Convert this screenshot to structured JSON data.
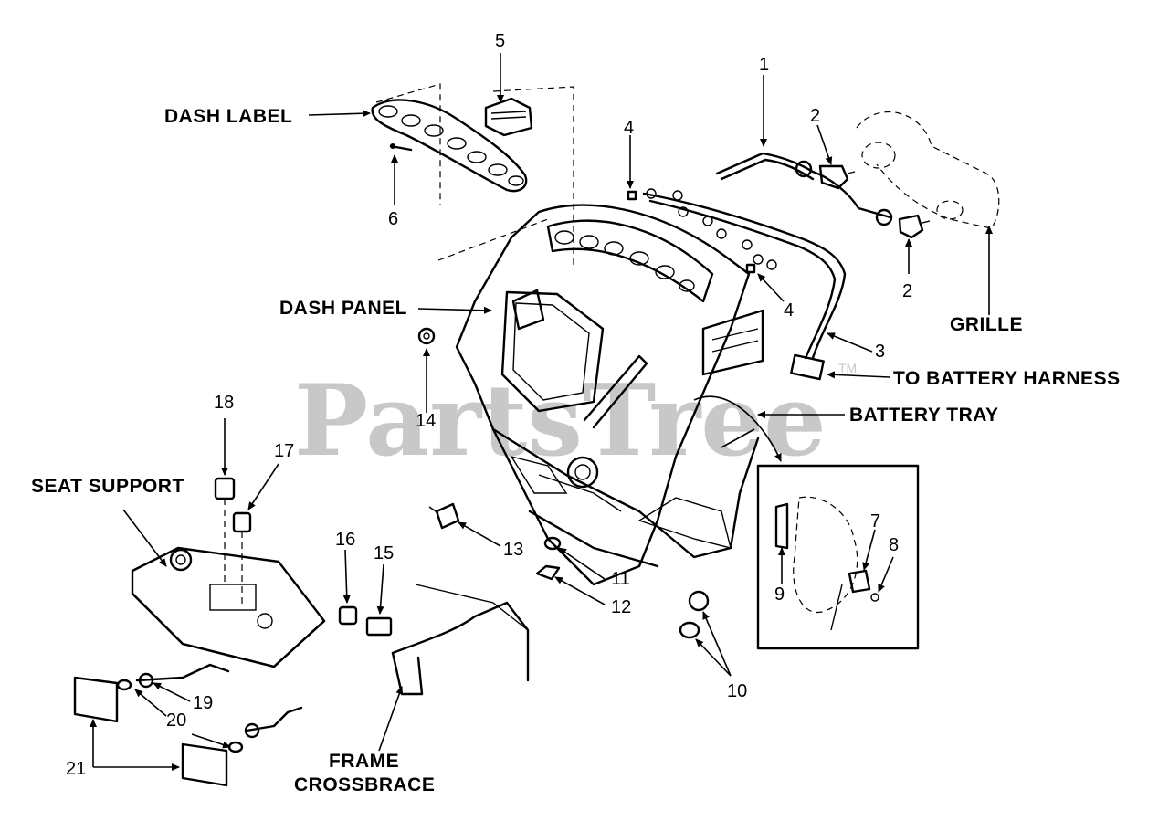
{
  "watermark": {
    "text": "PartsTree",
    "tm": "TM"
  },
  "labels": {
    "dash_label": "DASH LABEL",
    "dash_panel": "DASH PANEL",
    "grille": "GRILLE",
    "to_battery_harness": "TO BATTERY HARNESS",
    "battery_tray": "BATTERY TRAY",
    "seat_support": "SEAT SUPPORT",
    "frame_crossbrace_1": "FRAME",
    "frame_crossbrace_2": "CROSSBRACE"
  },
  "callouts": {
    "n1": "1",
    "n2a": "2",
    "n2b": "2",
    "n3": "3",
    "n4a": "4",
    "n4b": "4",
    "n5": "5",
    "n6": "6",
    "n7": "7",
    "n8": "8",
    "n9": "9",
    "n10": "10",
    "n11": "11",
    "n12": "12",
    "n13": "13",
    "n14": "14",
    "n15": "15",
    "n16": "16",
    "n17": "17",
    "n18": "18",
    "n19": "19",
    "n20": "20",
    "n21": "21"
  },
  "colors": {
    "ink": "#000000",
    "paper": "#ffffff",
    "watermark": "#c8c8c8"
  }
}
